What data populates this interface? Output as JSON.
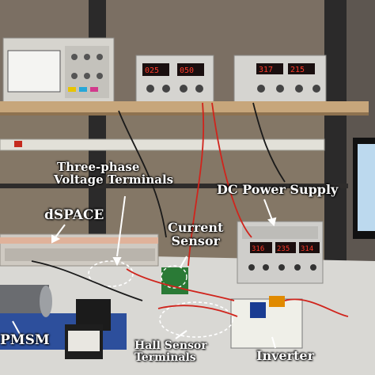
{
  "labels": {
    "three_phase_line1": "Three-phase",
    "three_phase_line2": "Voltage Terminals",
    "dc_power_supply": "DC Power Supply",
    "dspace": "dSPACE",
    "current_sensor_line1": "Current",
    "current_sensor_line2": "Sensor",
    "pmsm": "PMSM",
    "hall_line1": "Hall Sensor",
    "hall_line2": "Terminals",
    "inverter": "Inverter"
  },
  "readouts": {
    "supply_left_a": "025",
    "supply_left_b": "050",
    "supply_right_a": "317",
    "supply_right_b": "215",
    "dc_supply_a": "316",
    "dc_supply_b": "235",
    "dc_supply_c": "314"
  },
  "colors": {
    "wall": "#8a7c6c",
    "shelf": "#c9a77c",
    "wire_red": "#d0241c",
    "display_red": "#ff3a2a",
    "label_text": "#ffffff"
  }
}
